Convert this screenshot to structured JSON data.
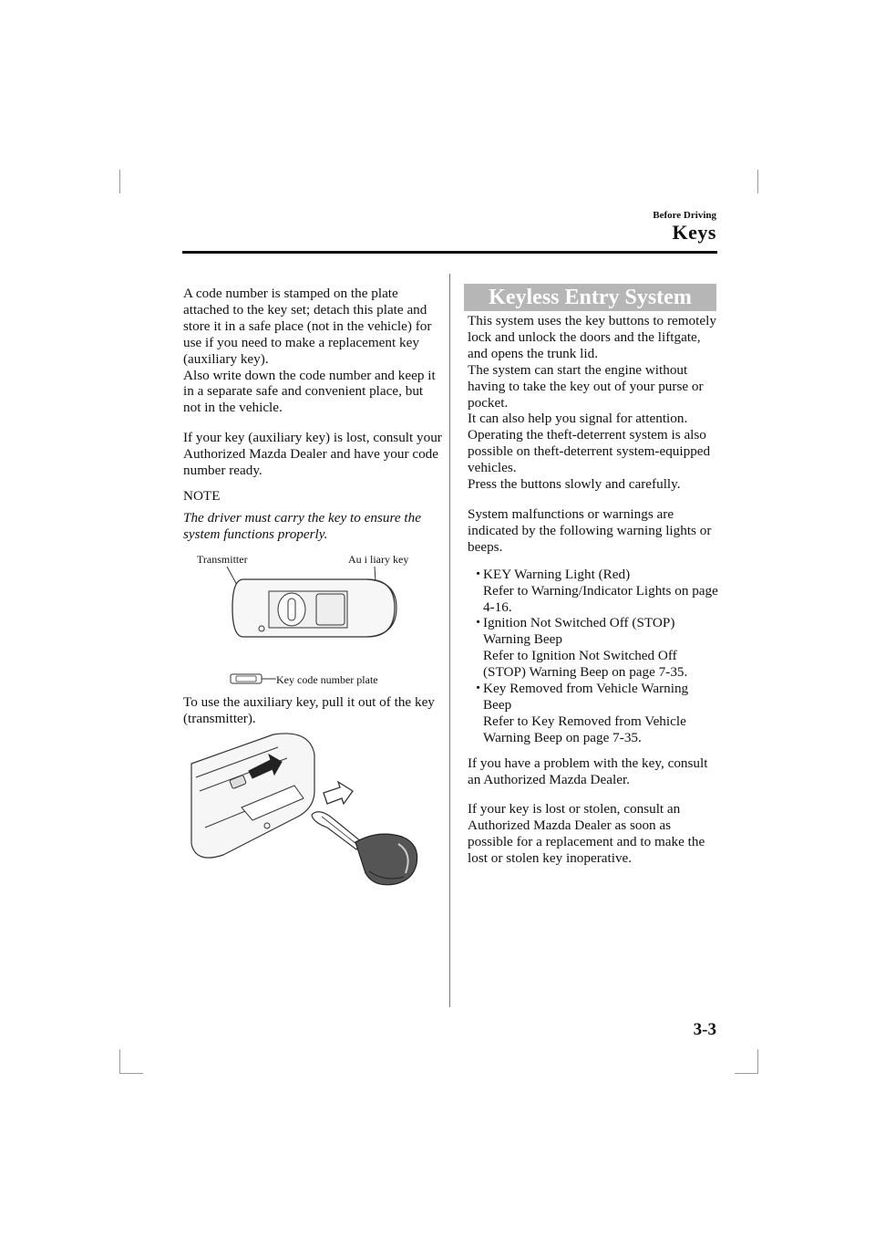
{
  "header": {
    "section": "Before Driving",
    "title": "Keys"
  },
  "left_column": {
    "para1": "A code number is stamped on the plate attached to the key set; detach this plate and store it in a safe place (not in the vehicle) for use if you need to make a replacement key (auxiliary key).",
    "para2": "Also write down the code number and keep it in a separate safe and convenient place, but not in the vehicle.",
    "para3": "If your key (auxiliary key) is lost, consult your Authorized Mazda Dealer and have your code number ready.",
    "note_title": "NOTE",
    "note_body": "The driver must carry the key to ensure the system functions properly.",
    "figure1": {
      "label_transmitter": "Transmitter",
      "label_auxiliary": "Au i liary key",
      "label_code_plate": "Key code number plate"
    },
    "para4": "To use the auxiliary key, pull it out of the key (transmitter)."
  },
  "right_column": {
    "banner": "Keyless Entry System",
    "para1": "This system uses the key buttons to remotely lock and unlock the doors and the liftgate, and opens the trunk lid.",
    "para2": "The system can start the engine without having to take the key out of your purse or pocket.",
    "para3": "It can also help you signal for attention.",
    "para4": "Operating the theft-deterrent system is also possible on theft-deterrent system-equipped vehicles.",
    "para5": "Press the buttons slowly and carefully.",
    "para6": "System malfunctions or warnings are indicated by the following warning lights or beeps.",
    "bullet_glyph": "・",
    "bullets": [
      {
        "title": "KEY Warning Light (Red)",
        "ref": "Refer to Warning/Indicator Lights on page 4-16."
      },
      {
        "title": "Ignition Not Switched Off (STOP) Warning Beep",
        "ref": "Refer to Ignition Not Switched Off (STOP) Warning Beep on page 7-35."
      },
      {
        "title": "Key Removed from Vehicle Warning Beep",
        "ref": "Refer to Key Removed from Vehicle Warning Beep on page 7-35."
      }
    ],
    "para7": "If you have a problem with the key, consult an Authorized Mazda Dealer.",
    "para8": "If your key is lost or stolen, consult an Authorized Mazda Dealer as soon as possible for a replacement and to make the lost or stolen key inoperative."
  },
  "footer": {
    "page_number": "3-3"
  }
}
